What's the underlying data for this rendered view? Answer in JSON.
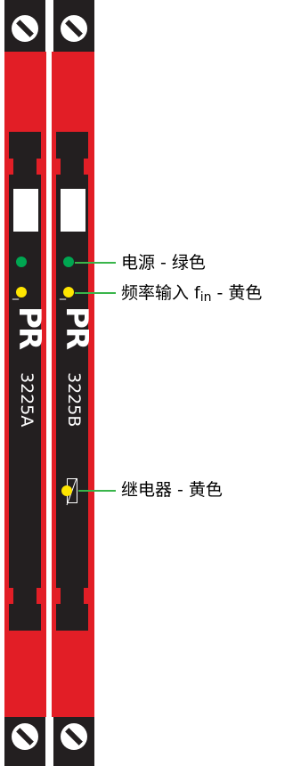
{
  "modules": [
    {
      "model": "3225A",
      "logo": "PR"
    },
    {
      "model": "3225B",
      "logo": "PR"
    }
  ],
  "labels": {
    "power": "电源 - 绿色",
    "freq_prefix": "频率输入 f",
    "freq_sub": "in",
    "freq_suffix": " - 黄色",
    "relay": "继电器 - 黄色"
  },
  "colors": {
    "housing": "#e21e26",
    "panel": "#231f20",
    "led_power": "#00a651",
    "led_signal": "#ffe600",
    "leader_line": "#39b54a"
  }
}
